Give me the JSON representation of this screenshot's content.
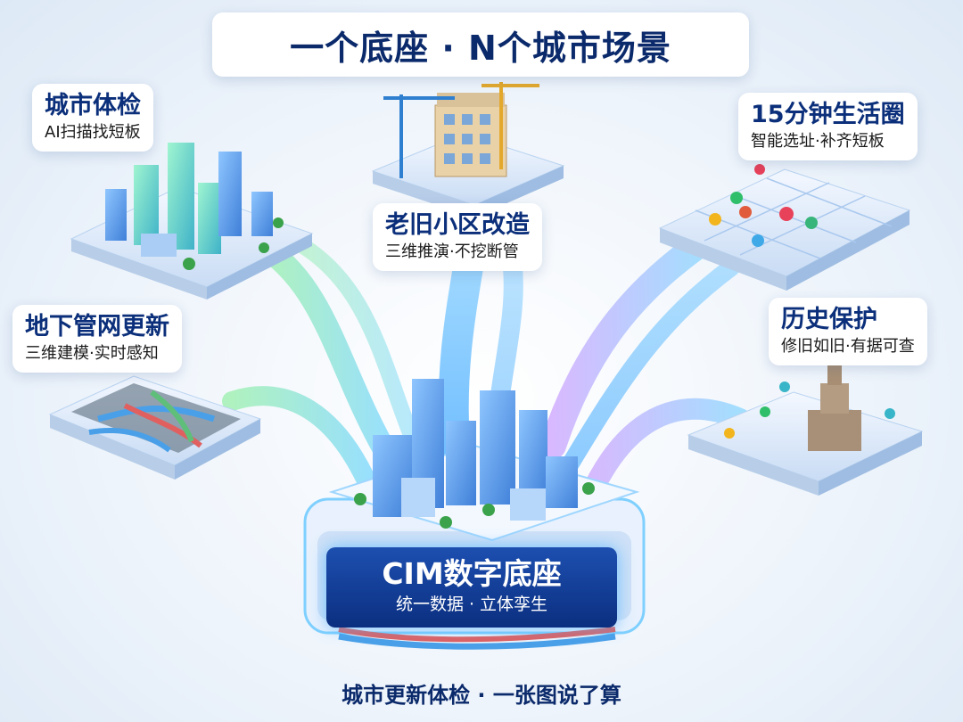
{
  "title": "一个底座 · N个城市场景",
  "cards": {
    "city_checkup": {
      "title": "城市体检",
      "subtitle": "AI扫描找短板"
    },
    "underground": {
      "title": "地下管网更新",
      "subtitle": "三维建模·实时感知"
    },
    "old_community": {
      "title": "老旧小区改造",
      "subtitle": "三维推演·不挖断管"
    },
    "life_circle": {
      "title": "15分钟生活圈",
      "subtitle": "智能选址·补齐短板"
    },
    "heritage": {
      "title": "历史保护",
      "subtitle": "修旧如旧·有据可查"
    }
  },
  "core": {
    "title": "CIM数字底座",
    "subtitle": "统一数据 · 立体孪生"
  },
  "footer": "城市更新体检 · 一张图说了算",
  "colors": {
    "navy": "#0b2a6b",
    "blue": "#1d4fb0",
    "cyan": "#5fd0ff",
    "green": "#8be8a0",
    "purple": "#c89cff"
  }
}
